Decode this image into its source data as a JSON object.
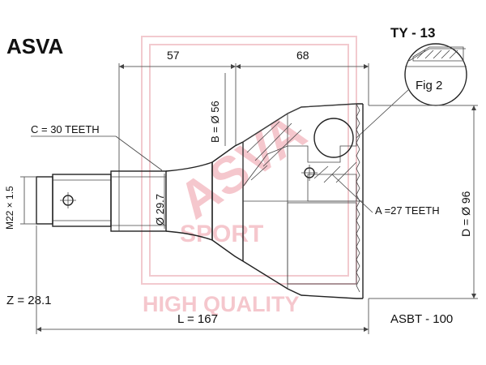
{
  "brand": "ASVA",
  "part_number": "TY - 13",
  "fig_label": "Fig 2",
  "dims": {
    "top_left": "57",
    "top_right": "68",
    "b_dim": "B = Ø 56",
    "c_teeth": "C = 30 TEETH",
    "a_teeth": "A =27 TEETH",
    "d_dim": "D = Ø 96",
    "thread": "M22 × 1.5",
    "shaft_dia": "Ø 29.7",
    "z": "Z = 28.1",
    "length": "L = 167",
    "asbt": "ASBT - 100"
  },
  "watermark": {
    "logo_text": "ASVA",
    "sport_text": "SPORT",
    "tagline": "HIGH QUALITY"
  },
  "colors": {
    "watermark": "#ee9aa5",
    "lines": "#222222"
  }
}
